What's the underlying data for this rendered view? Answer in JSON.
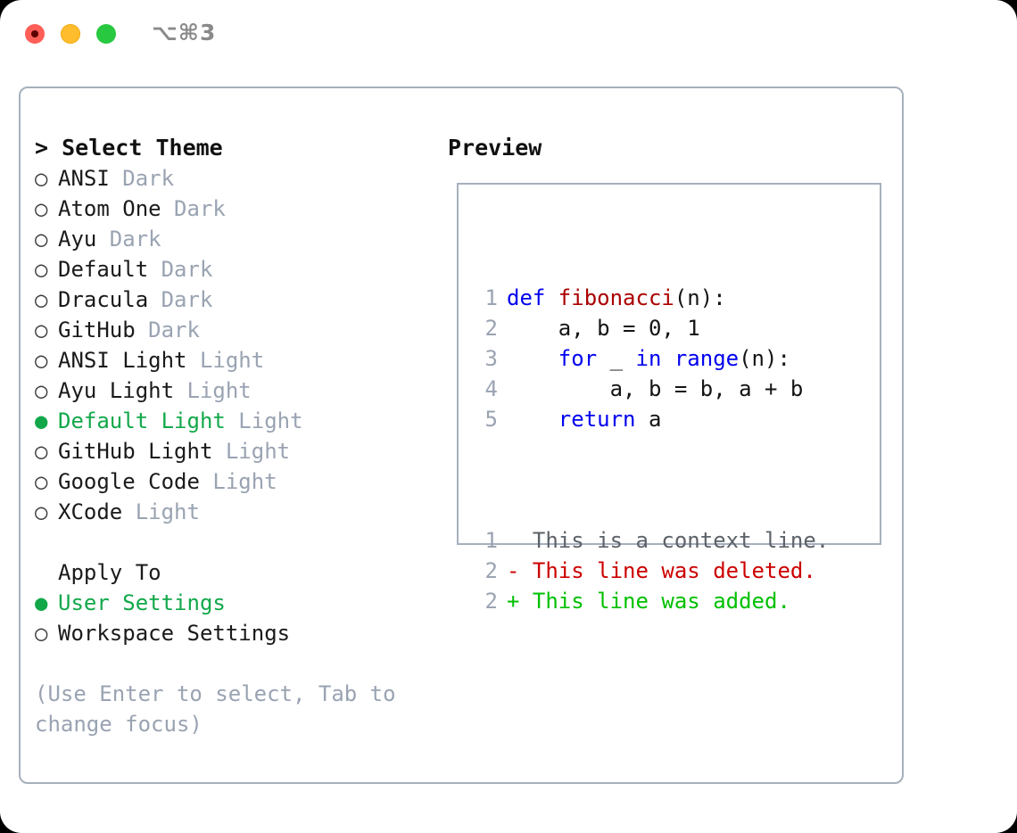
{
  "titlebar": {
    "shortcut": "⌥⌘3",
    "lights": [
      {
        "name": "close",
        "color": "#ff5f57"
      },
      {
        "name": "minimize",
        "color": "#ffbd2e"
      },
      {
        "name": "maximize",
        "color": "#28c840"
      }
    ]
  },
  "colors": {
    "selected_green": "#12a84a",
    "muted": "#9aa3b2",
    "border": "#a6b0bd",
    "keyword_blue": "#0000ee",
    "function_red": "#aa0000",
    "diff_deleted": "#cc0000",
    "diff_added": "#00c000"
  },
  "theme_panel": {
    "header": "> Select Theme",
    "bullet_unselected": "○",
    "bullet_selected": "●",
    "items": [
      {
        "name": "ANSI",
        "variant": "Dark",
        "selected": false
      },
      {
        "name": "Atom One",
        "variant": "Dark",
        "selected": false
      },
      {
        "name": "Ayu",
        "variant": "Dark",
        "selected": false
      },
      {
        "name": "Default",
        "variant": "Dark",
        "selected": false
      },
      {
        "name": "Dracula",
        "variant": "Dark",
        "selected": false
      },
      {
        "name": "GitHub",
        "variant": "Dark",
        "selected": false
      },
      {
        "name": "ANSI Light",
        "variant": "Light",
        "selected": false
      },
      {
        "name": "Ayu Light",
        "variant": "Light",
        "selected": false
      },
      {
        "name": "Default Light",
        "variant": "Light",
        "selected": true
      },
      {
        "name": "GitHub Light",
        "variant": "Light",
        "selected": false
      },
      {
        "name": "Google Code",
        "variant": "Light",
        "selected": false
      },
      {
        "name": "XCode",
        "variant": "Light",
        "selected": false
      }
    ]
  },
  "apply_to": {
    "header": "Apply To",
    "options": [
      {
        "label": "User Settings",
        "selected": true
      },
      {
        "label": "Workspace Settings",
        "selected": false
      }
    ]
  },
  "hint": "(Use Enter to select, Tab to change focus)",
  "preview": {
    "header": "Preview",
    "code_lines": [
      {
        "number": "1",
        "tokens": [
          {
            "text": "def ",
            "type": "keyword"
          },
          {
            "text": "fibonacci",
            "type": "function"
          },
          {
            "text": "(n):",
            "type": "plain"
          }
        ]
      },
      {
        "number": "2",
        "tokens": [
          {
            "text": "    a, b = 0, 1",
            "type": "plain"
          }
        ]
      },
      {
        "number": "3",
        "tokens": [
          {
            "text": "    ",
            "type": "plain"
          },
          {
            "text": "for ",
            "type": "keyword"
          },
          {
            "text": "_ ",
            "type": "plain"
          },
          {
            "text": "in ",
            "type": "keyword"
          },
          {
            "text": "range",
            "type": "keyword"
          },
          {
            "text": "(n):",
            "type": "plain"
          }
        ]
      },
      {
        "number": "4",
        "tokens": [
          {
            "text": "        a, b = b, a + b",
            "type": "plain"
          }
        ]
      },
      {
        "number": "5",
        "tokens": [
          {
            "text": "    ",
            "type": "plain"
          },
          {
            "text": "return ",
            "type": "keyword"
          },
          {
            "text": "a",
            "type": "plain"
          }
        ]
      }
    ],
    "diff_lines": [
      {
        "number": "1",
        "marker": " ",
        "text": " This is a context line.",
        "kind": "context"
      },
      {
        "number": "2",
        "marker": "-",
        "text": " This line was deleted.",
        "kind": "deleted"
      },
      {
        "number": "2",
        "marker": "+",
        "text": " This line was added.",
        "kind": "added"
      }
    ]
  }
}
